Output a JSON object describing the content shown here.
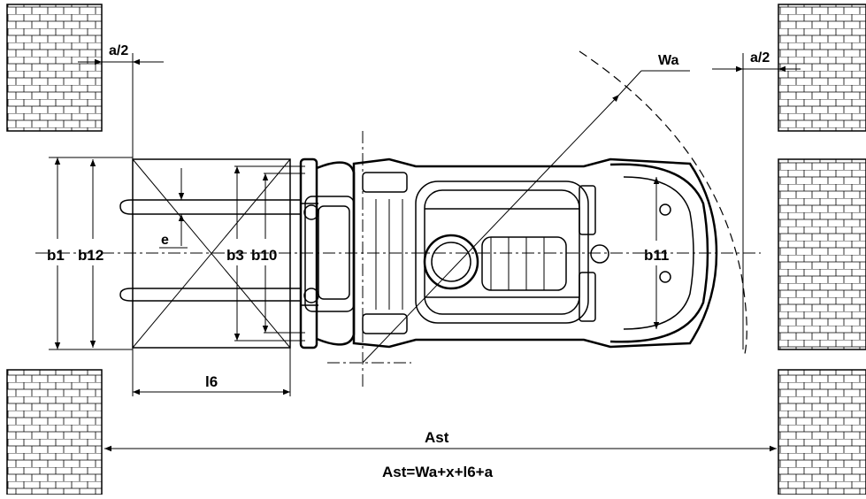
{
  "labels": {
    "a_half_left": "a/2",
    "a_half_right": "a/2",
    "wa": "Wa",
    "b1": "b1",
    "b12": "b12",
    "e": "e",
    "b3": "b3",
    "b10": "b10",
    "b11": "b11",
    "l6": "l6",
    "ast": "Ast",
    "formula": "Ast=Wa+x+l6+a"
  },
  "colors": {
    "line": "#000000",
    "background": "#ffffff"
  }
}
